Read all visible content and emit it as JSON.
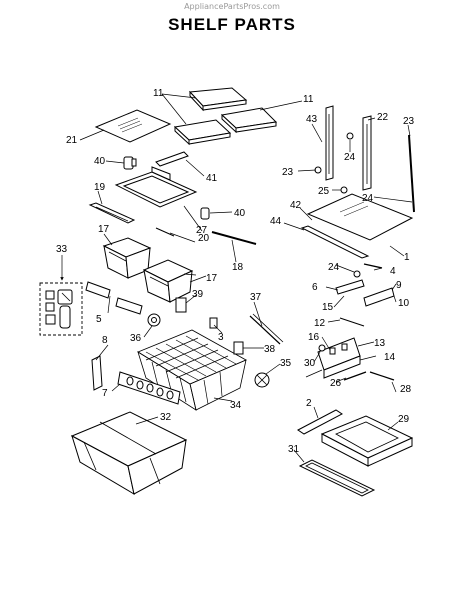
{
  "watermark": "AppliancePartsPros.com",
  "title": "SHELF PARTS",
  "callouts": [
    "1",
    "2",
    "3",
    "4",
    "5",
    "6",
    "7",
    "8",
    "9",
    "10",
    "11",
    "11",
    "12",
    "13",
    "14",
    "15",
    "16",
    "17",
    "17",
    "18",
    "19",
    "20",
    "21",
    "22",
    "23",
    "23",
    "24",
    "24",
    "24",
    "25",
    "26",
    "27",
    "28",
    "29",
    "30",
    "31",
    "32",
    "33",
    "34",
    "35",
    "36",
    "37",
    "38",
    "39",
    "40",
    "40",
    "41",
    "42",
    "43",
    "44"
  ]
}
